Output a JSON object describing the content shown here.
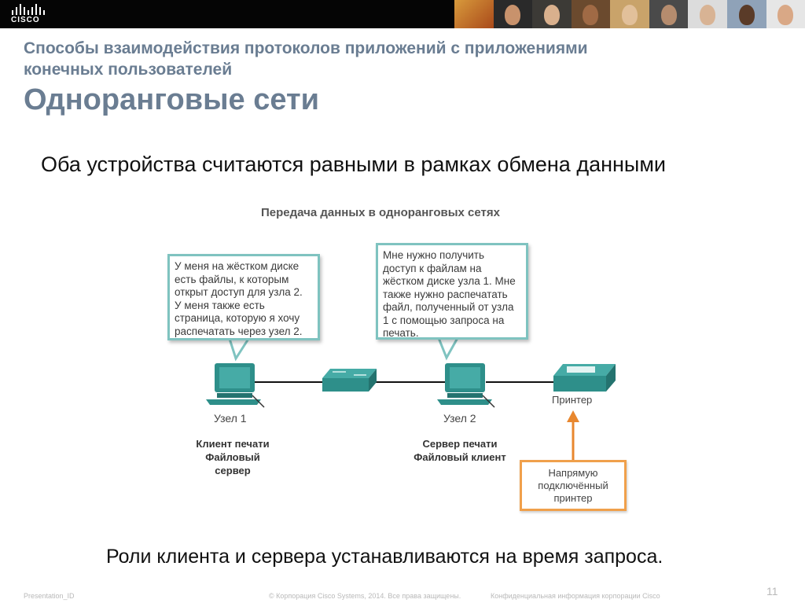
{
  "header": {
    "logo_text": "CISCO"
  },
  "slide": {
    "subtitle_line1": "Способы взаимодействия протоколов приложений с приложениями",
    "subtitle_line2": "конечных пользователей",
    "title": "Одноранговые сети",
    "lead": "Оба устройства считаются равными в рамках обмена данными",
    "bottom": "Роли клиента и сервера устанавливаются на время запроса."
  },
  "diagram": {
    "title": "Передача данных в одноранговых сетях",
    "callout1": [
      "У меня на жёстком диске",
      "есть файлы, к которым",
      "открыт доступ для узла 2.",
      "У меня также есть",
      "страница, которую я хочу",
      "распечатать через узел 2."
    ],
    "callout2": [
      "Мне нужно получить",
      "доступ к файлам на",
      "жёстком диске узла 1. Мне",
      "также нужно распечатать",
      "файл, полученный от узла",
      "1 с помощью запроса на",
      "печать."
    ],
    "node1_label": "Узел 1",
    "node2_label": "Узел 2",
    "printer_label": "Принтер",
    "node1_roles": [
      "Клиент печати",
      "Файловый",
      "сервер"
    ],
    "node2_roles": [
      "Сервер печати",
      "Файловый клиент"
    ],
    "printer_note": [
      "Напрямую",
      "подключённый",
      "принтер"
    ],
    "colors": {
      "device_teal": "#2e8f8a",
      "callout_border": "#7fc3c0",
      "note_border": "#f0a04b",
      "arrow": "#e8872e"
    }
  },
  "footer": {
    "presentation_id": "Presentation_ID",
    "copyright": "© Корпорация Cisco Systems, 2014. Все права защищены.",
    "confidential": "Конфиденциальная информация корпорации Cisco",
    "page": "11"
  }
}
